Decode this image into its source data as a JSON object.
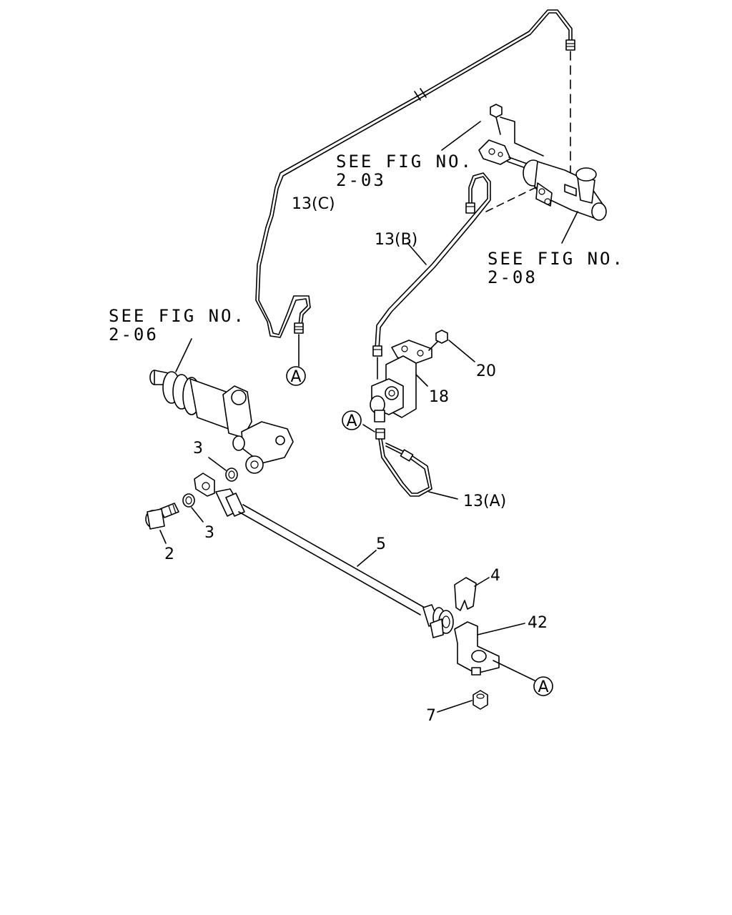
{
  "references": [
    {
      "id": "ref-2-03",
      "line1": "SEE FIG NO.",
      "line2": "2-03"
    },
    {
      "id": "ref-2-08",
      "line1": "SEE FIG NO.",
      "line2": "2-08"
    },
    {
      "id": "ref-2-06",
      "line1": "SEE FIG NO.",
      "line2": "2-06"
    }
  ],
  "callouts": {
    "pipe_c": "13(C)",
    "pipe_b": "13(B)",
    "pipe_a": "13(A)",
    "bracket_18": "18",
    "bolt_20": "20",
    "washer_3_upper": "3",
    "washer_3_lower": "3",
    "bolt_2": "2",
    "hose_5": "5",
    "clip_4": "4",
    "bracket_42": "42",
    "nut_7": "7"
  },
  "connection_markers": {
    "a1": "A",
    "a2": "A",
    "a3": "A"
  }
}
